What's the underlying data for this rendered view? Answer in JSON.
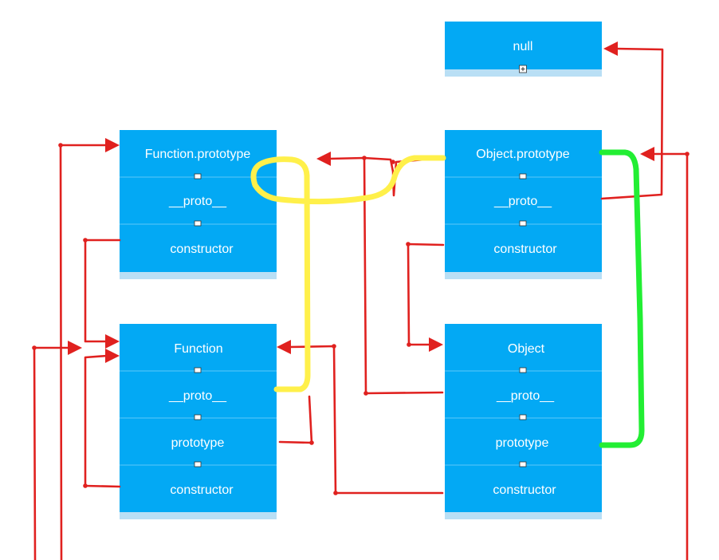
{
  "nodes": {
    "null_node": {
      "rows": [
        "null"
      ]
    },
    "function_prototype": {
      "rows": [
        "Function.prototype",
        "__proto__",
        "constructor"
      ]
    },
    "object_prototype": {
      "rows": [
        "Object.prototype",
        "__proto__",
        "constructor"
      ]
    },
    "function_ctor": {
      "rows": [
        "Function",
        "__proto__",
        "prototype",
        "constructor"
      ]
    },
    "object_ctor": {
      "rows": [
        "Object",
        "__proto__",
        "prototype",
        "constructor"
      ]
    }
  },
  "colors": {
    "node_fill": "#03a9f4",
    "node_text": "#ffffff",
    "arrow": "#e0211f",
    "highlight_yellow": "#fff04a",
    "highlight_green": "#22ee33"
  }
}
